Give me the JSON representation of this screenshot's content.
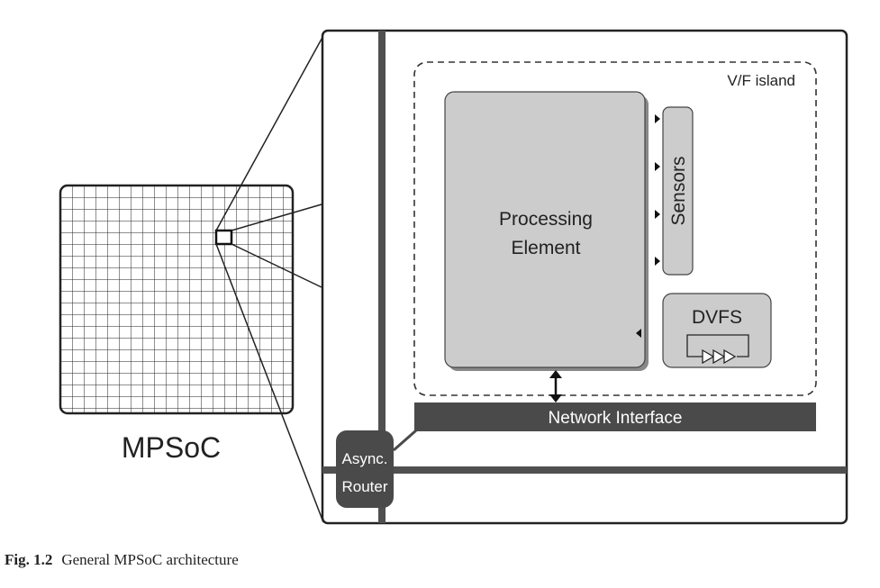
{
  "labels": {
    "mpsoc": "MPSoC",
    "vf_island": "V/F island",
    "processing_element_line1": "Processing",
    "processing_element_line2": "Element",
    "sensors": "Sensors",
    "dvfs": "DVFS",
    "network_interface": "Network Interface",
    "router_line1": "Async.",
    "router_line2": "Router"
  },
  "caption": {
    "number": "Fig. 1.2",
    "text": "General MPSoC architecture"
  },
  "colors": {
    "block_fill": "#cccccc",
    "dark_fill": "#4a4a4a",
    "bus_color": "#505050",
    "outline": "#333333"
  }
}
